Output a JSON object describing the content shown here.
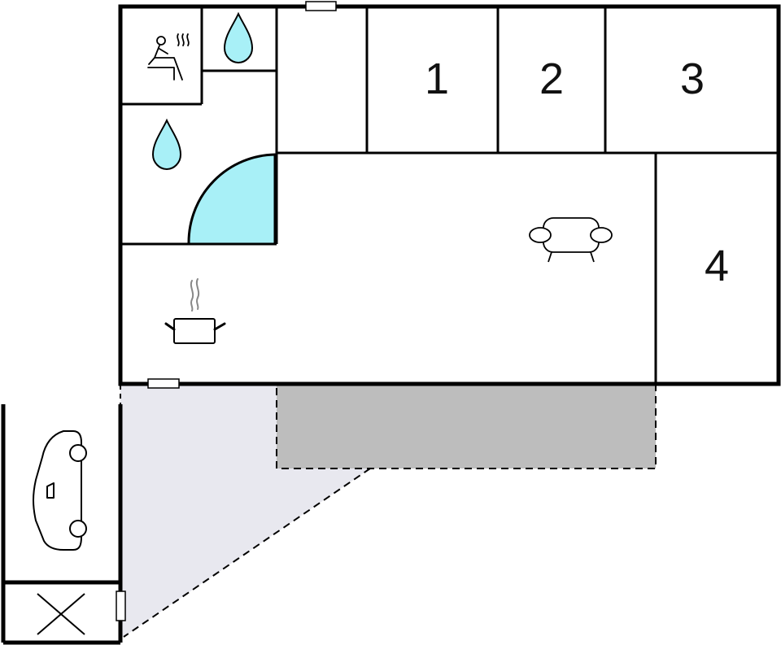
{
  "floor_plan": {
    "rooms": [
      {
        "id": "bedroom-1",
        "label": "1"
      },
      {
        "id": "bedroom-2",
        "label": "2"
      },
      {
        "id": "bedroom-3",
        "label": "3"
      },
      {
        "id": "bedroom-4",
        "label": "4"
      }
    ],
    "icons": [
      "sauna-icon",
      "water-drop-icon",
      "shower-icon",
      "sofa-icon",
      "cooking-pot-icon",
      "car-icon",
      "storage-cross-icon"
    ],
    "colors": {
      "wall": "#000000",
      "shower_fill": "#a8f0f7",
      "terrace_light": "#e8e8ef",
      "terrace_dark": "#bdbdbd",
      "water_drop": "#a8f0f7"
    }
  }
}
